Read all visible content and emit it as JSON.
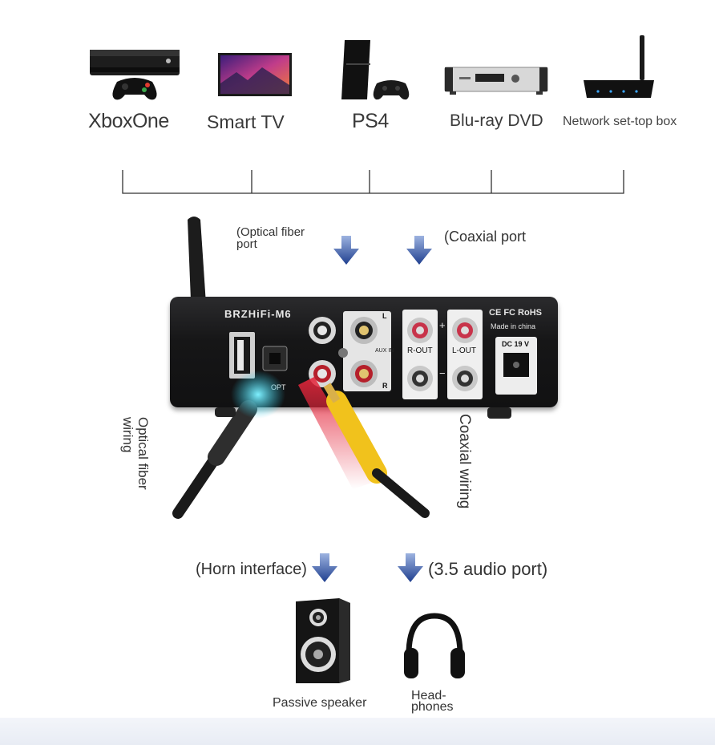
{
  "sources": [
    {
      "label": "XboxOne",
      "icon": "xbox-console-icon"
    },
    {
      "label": "Smart TV",
      "icon": "smart-tv-icon"
    },
    {
      "label": "PS4",
      "icon": "ps4-console-icon"
    },
    {
      "label": "Blu-ray DVD",
      "icon": "bluray-player-icon"
    },
    {
      "label": "Network set-top box",
      "icon": "set-top-box-icon"
    }
  ],
  "device": {
    "brand": "BRZHiFi-M6",
    "markings": {
      "aux_in": "AUX IN",
      "r_out": "R-OUT",
      "l_out": "L-OUT",
      "dc": "DC 19 V",
      "cert": "CE FC RoHS",
      "made_in": "Made in china",
      "opt": "OPT",
      "left": "L",
      "right": "R",
      "plus": "+",
      "minus": "−"
    }
  },
  "annotations": {
    "optical_port": "(Optical fiber\nport",
    "coaxial_port": "(Coaxial port",
    "optical_wiring": "Optical fiber\nwiring",
    "coaxial_wiring": "Coaxial wiring",
    "horn_interface": "(Horn interface)",
    "audio_port": "(3.5 audio port)"
  },
  "outputs": [
    {
      "label": "Passive speaker",
      "icon": "speaker-icon"
    },
    {
      "label": "Head-\nphones",
      "icon": "headphones-icon"
    }
  ],
  "colors": {
    "arrow": "#1f3f8f",
    "optical_glow": "#27c9e6",
    "coax_red": "#e4263b",
    "rca_yellow": "#f1c21c",
    "chassis": "#151516"
  }
}
